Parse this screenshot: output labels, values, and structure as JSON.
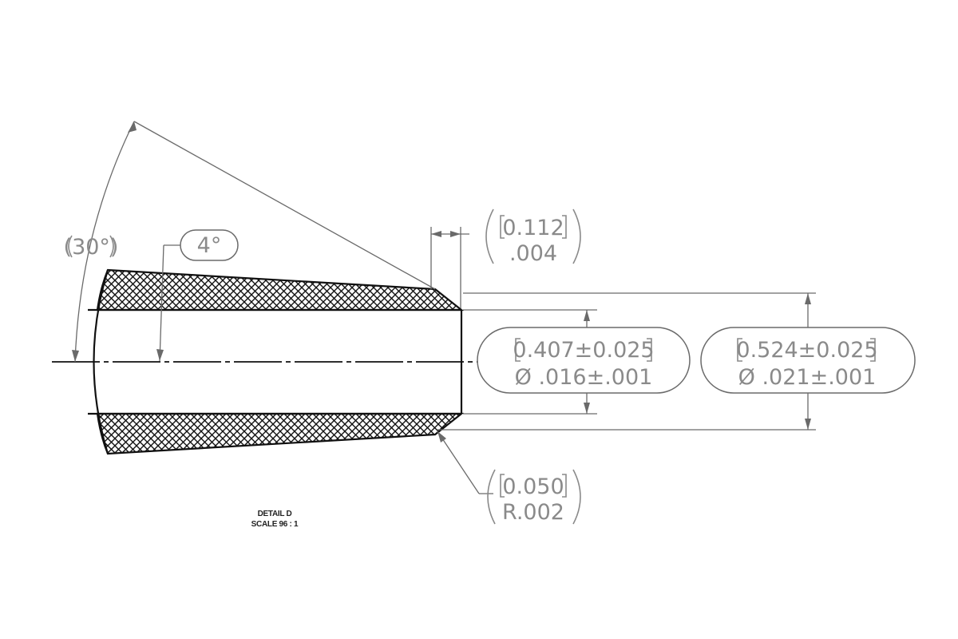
{
  "detail": {
    "title": "DETAIL D",
    "scale": "SCALE 96 : 1"
  },
  "dimensions": {
    "angle_ref": "(30°)",
    "taper_angle": "4°",
    "step_length": {
      "metric": "0.112",
      "inch": ".004"
    },
    "inner_diameter": {
      "metric": "0.407±0.025",
      "inch": "Ø .016±.001"
    },
    "outer_diameter": {
      "metric": "0.524±0.025",
      "inch": "Ø .021±.001"
    },
    "tip_radius": {
      "metric": "0.050",
      "inch": "R.002"
    }
  },
  "colors": {
    "outline": "#111111",
    "dimension": "#8a8a8a",
    "background": "#ffffff"
  }
}
